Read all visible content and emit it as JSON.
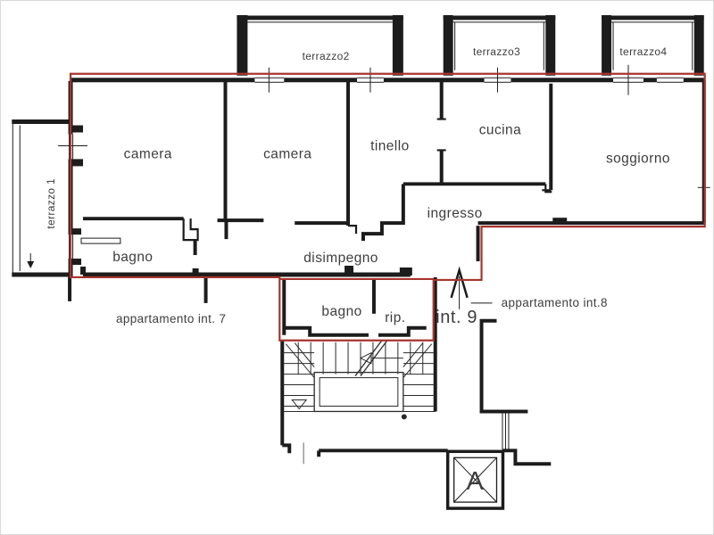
{
  "floor_plan": {
    "colors": {
      "boundary": "#a8342e",
      "walls": "#1c1c1c",
      "stairs": "#2a2a2a",
      "text": "#3d3d3d",
      "door_leaf": "#999999"
    },
    "rooms": [
      {
        "label": "camera"
      },
      {
        "label": "camera"
      },
      {
        "label": "tinello"
      },
      {
        "label": "cucina"
      },
      {
        "label": "soggiorno"
      },
      {
        "label": "ingresso"
      },
      {
        "label": "bagno"
      },
      {
        "label": "disimpegno"
      },
      {
        "label": "bagno"
      },
      {
        "label": "rip."
      }
    ],
    "terraces": [
      {
        "label": "terrazzo 1"
      },
      {
        "label": "terrazzo2"
      },
      {
        "label": "terrazzo3"
      },
      {
        "label": "terrazzo4"
      }
    ],
    "units": {
      "unit7_label": "appartamento int. 7",
      "unit8_label": "appartamento int.8",
      "unit9_label": "int. 9"
    },
    "elevator": {
      "letter": "A"
    }
  }
}
